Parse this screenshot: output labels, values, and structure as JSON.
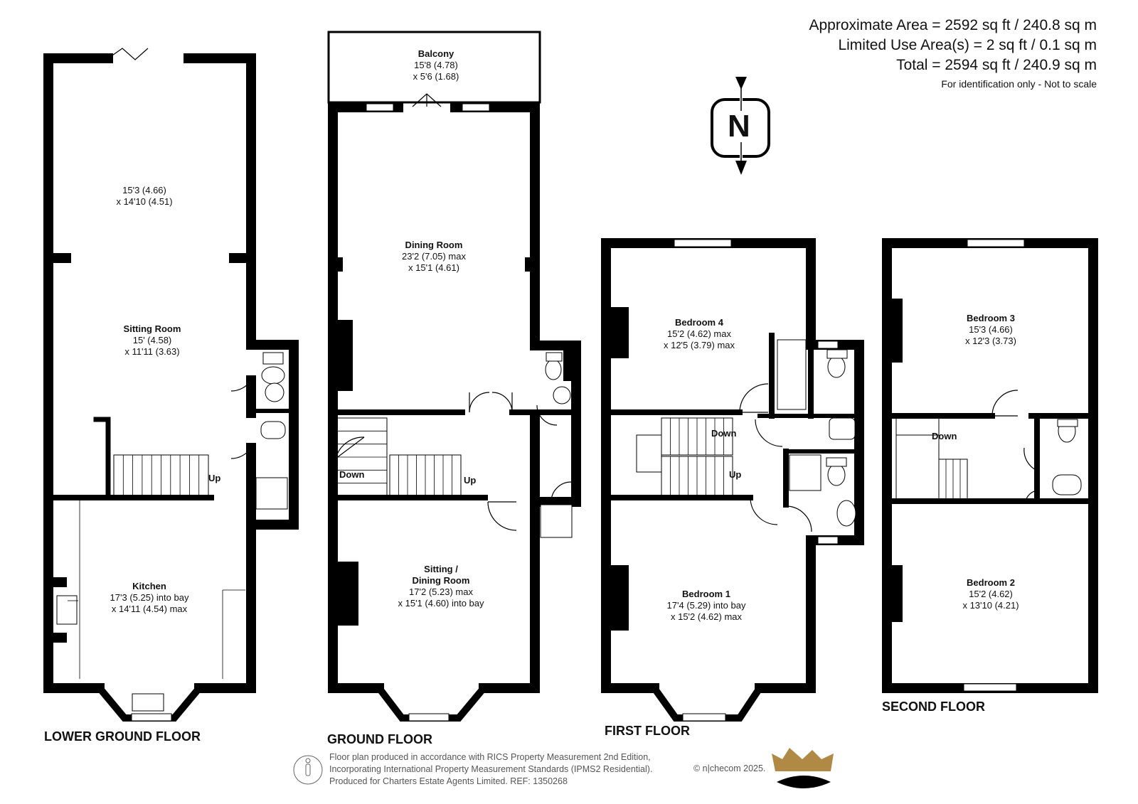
{
  "summary": {
    "approx_area": "Approximate Area = 2592 sq ft / 240.8 sq m",
    "limited_use": "Limited Use Area(s) = 2 sq ft / 0.1 sq m",
    "total": "Total = 2594 sq ft / 240.9 sq m",
    "note": "For identification only - Not to scale"
  },
  "compass": {
    "letter": "N",
    "icon": "north-arrow-icon"
  },
  "floors": {
    "lower_ground": {
      "label": "LOWER GROUND FLOOR",
      "rooms": {
        "top": {
          "name": "",
          "dim1": "15'3 (4.66)",
          "dim2": "x 14'10 (4.51)"
        },
        "sitting": {
          "name": "Sitting Room",
          "dim1": "15' (4.58)",
          "dim2": "x 11'11 (3.63)"
        },
        "kitchen": {
          "name": "Kitchen",
          "dim1": "17'3 (5.25) into bay",
          "dim2": "x 14'11 (4.54) max"
        }
      },
      "stairs": {
        "up": "Up"
      }
    },
    "ground": {
      "label": "GROUND FLOOR",
      "rooms": {
        "balcony": {
          "name": "Balcony",
          "dim1": "15'8 (4.78)",
          "dim2": "x 5'6 (1.68)"
        },
        "dining": {
          "name": "Dining Room",
          "dim1": "23'2 (7.05) max",
          "dim2": "x 15'1 (4.61)"
        },
        "sitting_dining": {
          "name1": "Sitting /",
          "name2": "Dining Room",
          "dim1": "17'2 (5.23) max",
          "dim2": "x 15'1 (4.60) into bay"
        }
      },
      "stairs": {
        "down": "Down",
        "up": "Up"
      }
    },
    "first": {
      "label": "FIRST FLOOR",
      "rooms": {
        "bed4": {
          "name": "Bedroom 4",
          "dim1": "15'2 (4.62) max",
          "dim2": "x 12'5 (3.79) max"
        },
        "bed1": {
          "name": "Bedroom 1",
          "dim1": "17'4 (5.29) into bay",
          "dim2": "x 15'2 (4.62) max"
        }
      },
      "stairs": {
        "down": "Down",
        "up": "Up"
      }
    },
    "second": {
      "label": "SECOND FLOOR",
      "rooms": {
        "bed3": {
          "name": "Bedroom 3",
          "dim1": "15'3 (4.66)",
          "dim2": "x 12'3 (3.73)"
        },
        "bed2": {
          "name": "Bedroom 2",
          "dim1": "15'2 (4.62)",
          "dim2": "x 13'10 (4.21)"
        }
      },
      "stairs": {
        "down": "Down"
      }
    }
  },
  "footer": {
    "line1": "Floor plan produced in accordance with RICS Property Measurement 2nd Edition,",
    "line2": "Incorporating International Property Measurement Standards (IPMS2 Residential).",
    "line3": "Produced for Charters Estate Agents Limited.   REF: 1350268",
    "copyright": "© n|checom 2025.",
    "logo": "crown-logo",
    "gold": "#b08a45"
  }
}
